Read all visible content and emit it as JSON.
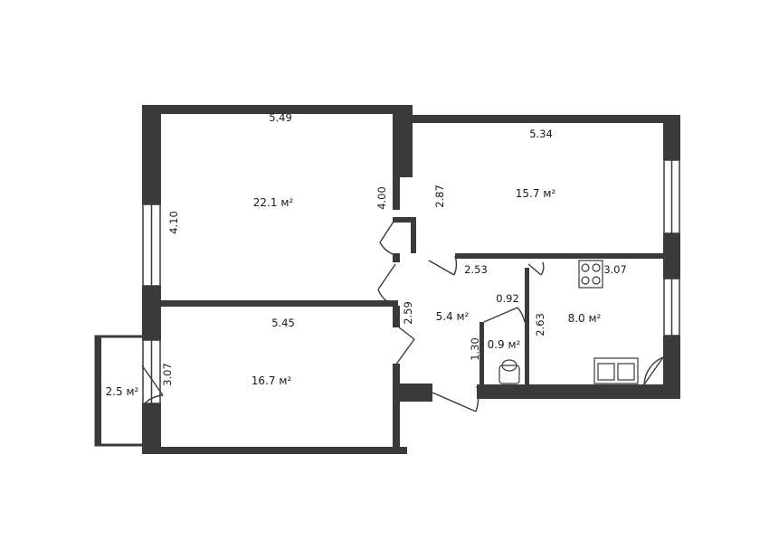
{
  "rooms": {
    "room_large": {
      "area": "22.1 м²",
      "width": "5.49",
      "height": "4.10",
      "depth": "4.00"
    },
    "room_right": {
      "area": "15.7 м²",
      "width": "5.34",
      "height": "2.87"
    },
    "room_bottom": {
      "area": "16.7 м²",
      "width": "5.45",
      "height": "3.07"
    },
    "balcony": {
      "area": "2.5 м²"
    },
    "hallway": {
      "area": "5.4 м²",
      "width": "2.53",
      "height": "2.59"
    },
    "wc": {
      "area": "0.9 м²",
      "width": "0.92",
      "height": "1.30"
    },
    "kitchen": {
      "area": "8.0 м²",
      "width": "3.07",
      "height": "2.63"
    }
  }
}
